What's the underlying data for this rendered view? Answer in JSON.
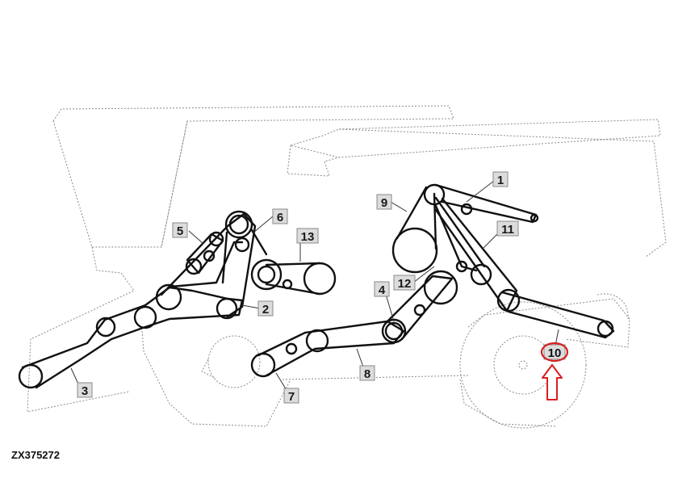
{
  "drawing_code": "ZX375272",
  "labels": [
    {
      "id": "1",
      "text": "1"
    },
    {
      "id": "2",
      "text": "2"
    },
    {
      "id": "3",
      "text": "3"
    },
    {
      "id": "4",
      "text": "4"
    },
    {
      "id": "5",
      "text": "5"
    },
    {
      "id": "6",
      "text": "6"
    },
    {
      "id": "7",
      "text": "7"
    },
    {
      "id": "8",
      "text": "8"
    },
    {
      "id": "9",
      "text": "9"
    },
    {
      "id": "11",
      "text": "11"
    },
    {
      "id": "12",
      "text": "12"
    },
    {
      "id": "13",
      "text": "13"
    }
  ],
  "highlight": {
    "text": "10",
    "color": "#d62020"
  },
  "colors": {
    "belt": "#111111",
    "outline": "#8a8a8a",
    "label_box": "#dcdcdc"
  }
}
